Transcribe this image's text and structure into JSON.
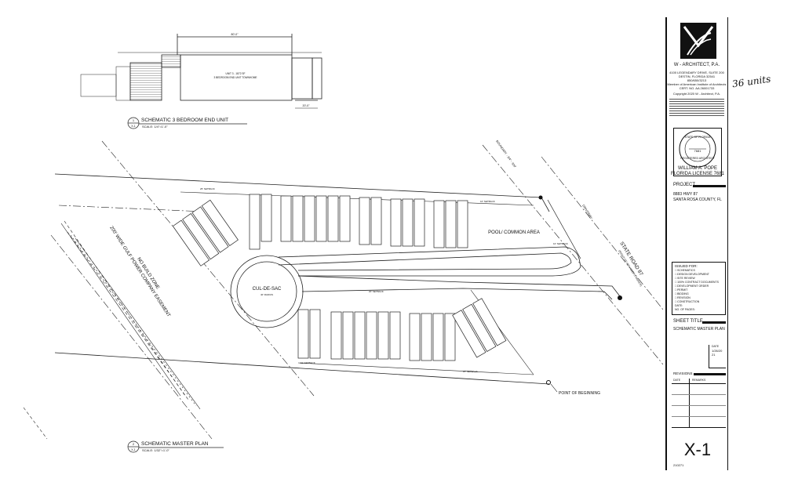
{
  "drawing": {
    "end_unit": {
      "title": "SCHEMATIC 3 BEDROOM END UNIT",
      "scale": "SCALE: 1/4\"=1'-0\"",
      "bubble_top": "1",
      "bubble_bottom": "X-1",
      "dim_top": "80'-0\"",
      "dim_bottom": "20'-0\"",
      "room_note_1": "UNIT 3 - 1872 SF",
      "room_note_2": "3 BEDROOM END UNIT TOWNHOME"
    },
    "site": {
      "title": "SCHEMATIC MASTER PLAN",
      "scale": "SCALE: 1/32\"=1'-0\"",
      "bubble_top": "2",
      "bubble_bottom": "X-1",
      "no_build": "NO BUILD ZONE",
      "easement": "200' WIDE GULF POWER COMPANY EASEMENT",
      "cul_de_sac": "CUL-DE-SAC",
      "cul_radius": "40' RADIUS",
      "pool": "POOL/ COMMON AREA",
      "state_road": "STATE ROAD 87",
      "state_road_sub": "(RIGHT-OF-WAY WIDTH VARIES)",
      "driveway": "DRIVEWAY",
      "pob": "POINT OF BEGINNING",
      "setback_1": "25' SETBACK",
      "setback_2": "10' SETBACK",
      "setback_3": "10' SETBACK",
      "setback_4": "20' SETBACK",
      "setback_5": "10' SETBACK",
      "setback_6": "20' SETBACK",
      "boundary_note": "BOUNDARY - 3/4\" - 900'"
    },
    "handwritten_note": "36 units"
  },
  "title_block": {
    "firm_name": "W - ARCHITECT, P.A.",
    "address": [
      "4100 LEGENDARY DRIVE, SUITE 200",
      "DESTIN, FLORIDA 32541",
      "850/650/3213",
      "Member of American Institute of Architects",
      "CERT. NO. AA 26001733"
    ],
    "copyright": "Copyright 2020 W - Architect, P.A.",
    "seal_top": "STATE OF FLORIDA",
    "seal_bottom": "REGISTERED ARCHITECT",
    "seal_number": "7681",
    "architect_name": "WILLIAM A. POPE",
    "license": "FLORIDA LICENSE 7681",
    "project_label": "PROJECT",
    "project_line1": "8883 HWY 87",
    "project_line2": "SANTA ROSA COUNTY, FL",
    "issued_label": "ISSUED FOR:",
    "issued_items": [
      "SCHEMATICS",
      "DESIGN DEVELOPMENT",
      "SITE REVIEW",
      "100% CONTRACT DOCUMENTS",
      "DEVELOPMENT ORDER",
      "PERMIT",
      "BIDDING",
      "REVISION",
      "CONSTRUCTION"
    ],
    "date_label": "DATE:",
    "pages_label": "NO. OF PAGES:",
    "sheet_title_label": "SHEET TITLE",
    "sheet_title": "SCHEMATIC MASTER PLAN",
    "date_box_label": "DATE",
    "date_box_value": "1/26/2021",
    "revisions_label": "REVISIONS",
    "rev_date_col": "DATE",
    "rev_desc_col": "REMARKS",
    "sheet_number": "X-1",
    "job_number": "210271"
  },
  "colors": {
    "line": "#1a1a1a",
    "paper": "#ffffff",
    "hatch": "#333333"
  }
}
